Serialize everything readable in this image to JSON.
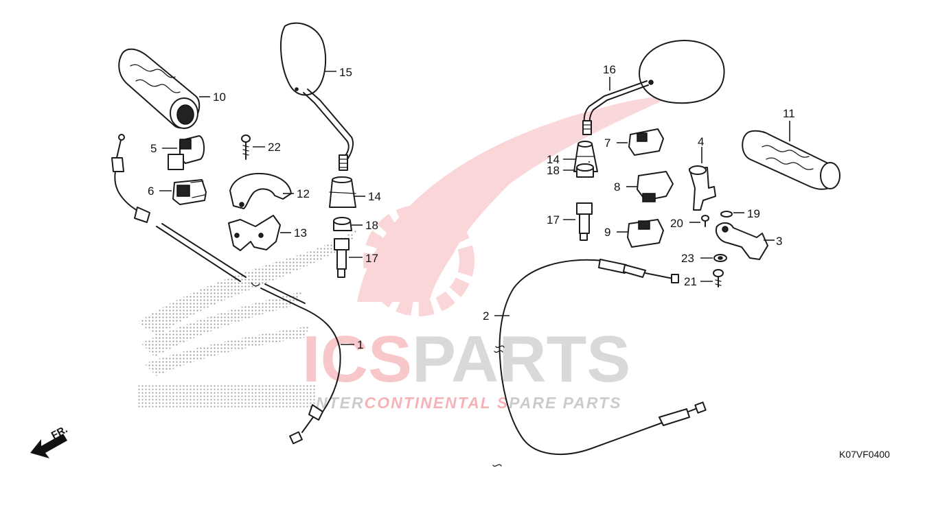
{
  "diagram_code": "K07VF0400",
  "direction_label": "FR.",
  "watermark": {
    "brand_red": "ICS",
    "brand_grey": "PARTS",
    "tagline_grey_1": "NTER",
    "tagline_red_1": "CONTINENTAL",
    "tagline_red_2": "S",
    "tagline_grey_2": "PARE PARTS",
    "red": "#e30613",
    "grey": "#555555"
  },
  "callouts": {
    "c1": "1",
    "c2": "2",
    "c3": "3",
    "c4": "4",
    "c5": "5",
    "c6": "6",
    "c7": "7",
    "c8": "8",
    "c9": "9",
    "c10": "10",
    "c11": "11",
    "c12": "12",
    "c13": "13",
    "c14a": "14",
    "c14b": "14",
    "c15": "15",
    "c16": "16",
    "c17a": "17",
    "c17b": "17",
    "c18a": "18",
    "c18b": "18",
    "c19": "19",
    "c20": "20",
    "c21": "21",
    "c22": "22",
    "c23": "23"
  }
}
